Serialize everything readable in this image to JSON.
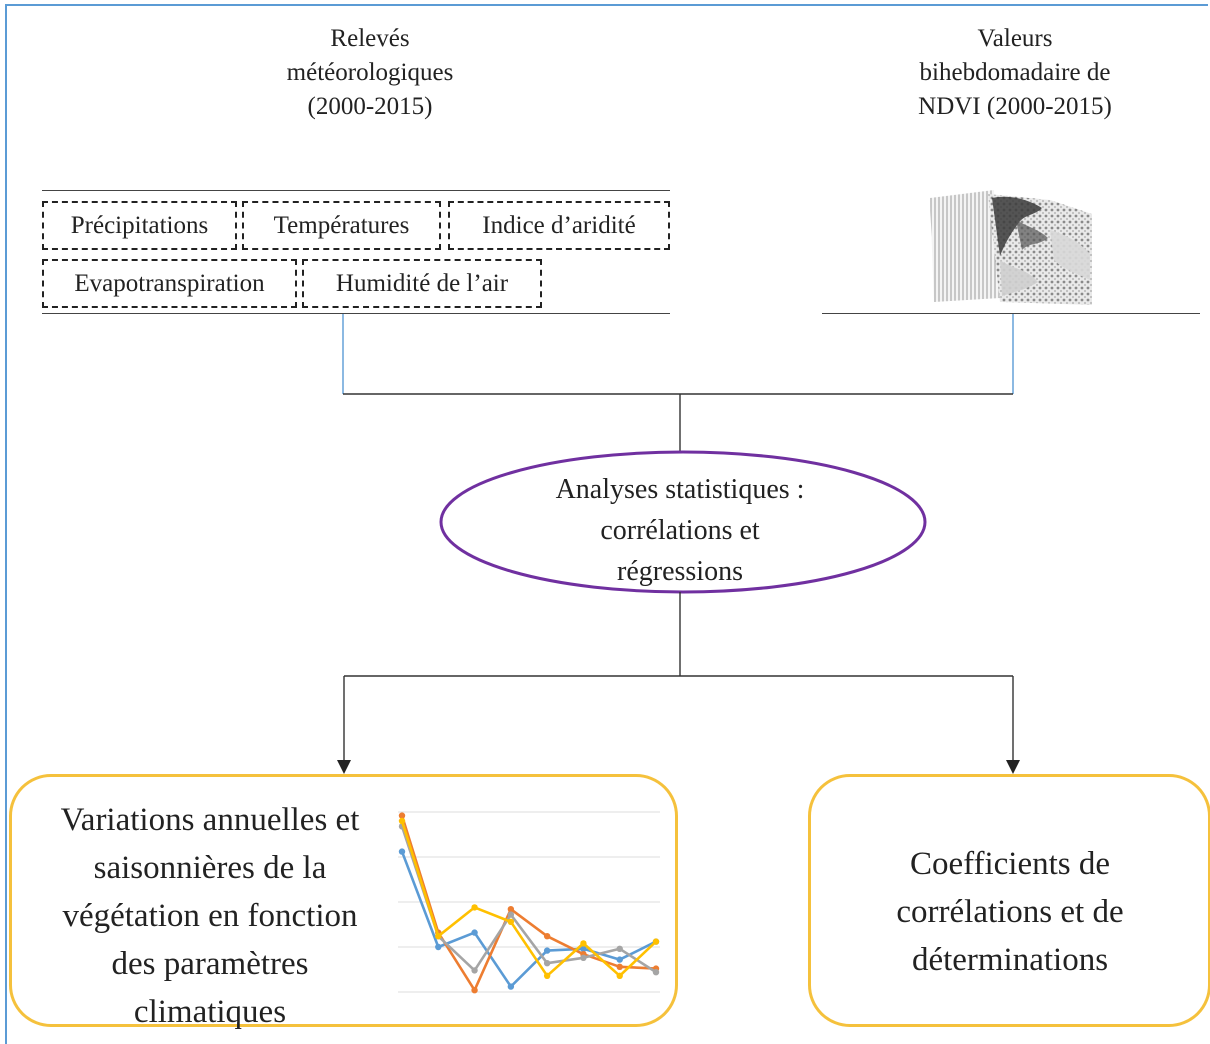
{
  "sources": {
    "meteo": {
      "title_lines": [
        "Relevés",
        "météorologiques",
        "(2000-2015)"
      ],
      "variables": [
        "Précipitations",
        "Températures",
        "Indice d’aridité",
        "Evapotranspiration",
        "Humidité de l’air"
      ]
    },
    "ndvi": {
      "title_lines": [
        "Valeurs",
        "bihebdomadaire de",
        "NDVI (2000-2015)"
      ]
    }
  },
  "analysis": {
    "label_lines": [
      "Analyses statistiques :",
      "corrélations et",
      "régressions"
    ]
  },
  "outputs": {
    "variations": {
      "label_lines": [
        "Variations annuelles et",
        "saisonnières de la",
        "végétation en fonction",
        "des paramètres",
        "climatiques"
      ]
    },
    "coefficients": {
      "label_lines": [
        "Coefficients de",
        "corrélations et de",
        "déterminations"
      ]
    }
  },
  "colors": {
    "frame": "#5b9bd5",
    "ellipse": "#7030a0",
    "output_border": "#f5c13c",
    "connector_blue": "#5b9bd5"
  },
  "chart_data": {
    "type": "line",
    "x": [
      1,
      2,
      3,
      4,
      5,
      6,
      7,
      8
    ],
    "ylim": [
      0,
      1
    ],
    "series": [
      {
        "color": "#5b9bd5",
        "values": [
          0.78,
          0.25,
          0.33,
          0.03,
          0.23,
          0.24,
          0.18,
          0.28
        ]
      },
      {
        "color": "#ed7d31",
        "values": [
          0.98,
          0.33,
          0.01,
          0.46,
          0.31,
          0.21,
          0.14,
          0.13
        ]
      },
      {
        "color": "#a5a5a5",
        "values": [
          0.92,
          0.31,
          0.12,
          0.43,
          0.16,
          0.19,
          0.24,
          0.11
        ]
      },
      {
        "color": "#ffc000",
        "values": [
          0.95,
          0.31,
          0.47,
          0.39,
          0.09,
          0.27,
          0.09,
          0.28
        ]
      }
    ]
  }
}
